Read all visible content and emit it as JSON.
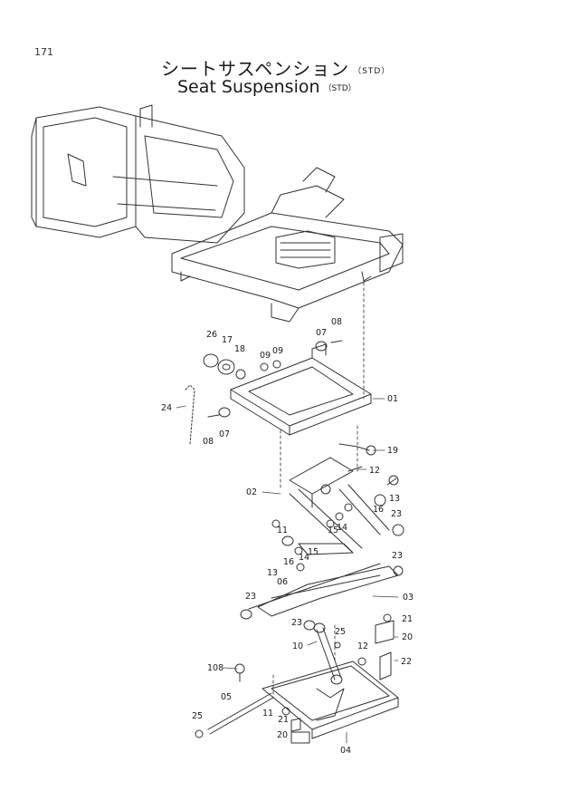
{
  "page_number": "171",
  "title_jp": "シートサスペンション",
  "title_jp_suffix": "（STD）",
  "title_en": "Seat Suspension",
  "title_en_suffix": "（STD）",
  "callouts": {
    "p26": "26",
    "p17": "17",
    "p18": "18",
    "p09a": "09",
    "p09b": "09",
    "p07a": "07",
    "p08a": "08",
    "p01": "01",
    "p24": "24",
    "p08b": "08",
    "p07b": "07",
    "p19": "19",
    "p12a": "12",
    "p02": "02",
    "p13a": "13",
    "p16a": "16",
    "p23a": "23",
    "p11a": "11",
    "p15a": "15",
    "p14a": "14",
    "p13b": "13",
    "p16b": "16",
    "p14b": "14",
    "p15b": "15",
    "p06": "06",
    "p23b": "23",
    "p23c": "23",
    "p03": "03",
    "p23d": "23",
    "p21a": "21",
    "p25a": "25",
    "p20a": "20",
    "p10": "10",
    "p12b": "12",
    "p22": "22",
    "p108": "108",
    "p05": "05",
    "p11b": "11",
    "p21b": "21",
    "p25b": "25",
    "p20b": "20",
    "p04": "04"
  }
}
